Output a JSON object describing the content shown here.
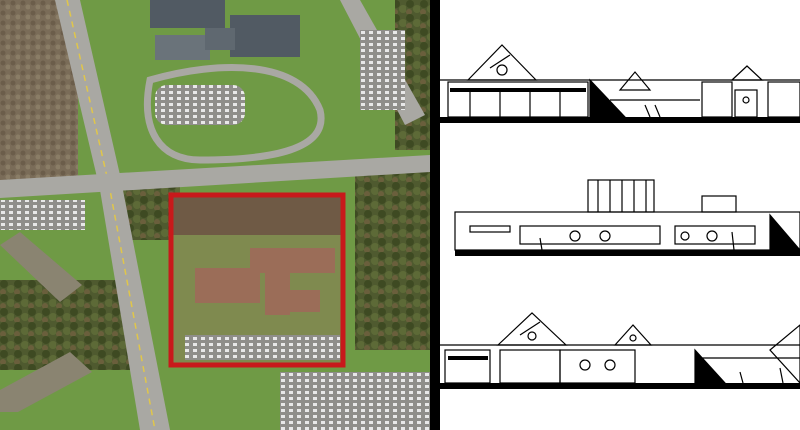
{
  "image": {
    "panels": [
      "aerial-photo",
      "elevation-drawings"
    ],
    "highlight_color": "#c8191b",
    "colors": {
      "grass": "#6f9a45",
      "forest": "#4d5a2c",
      "road": "#a7a7a3",
      "roof_site": "#9b6d58",
      "roof_campus": "#515a63",
      "parking": "#8f8e8a",
      "drawing_ink": "#000000",
      "drawing_paper": "#ffffff"
    },
    "elevations_count": 3
  }
}
